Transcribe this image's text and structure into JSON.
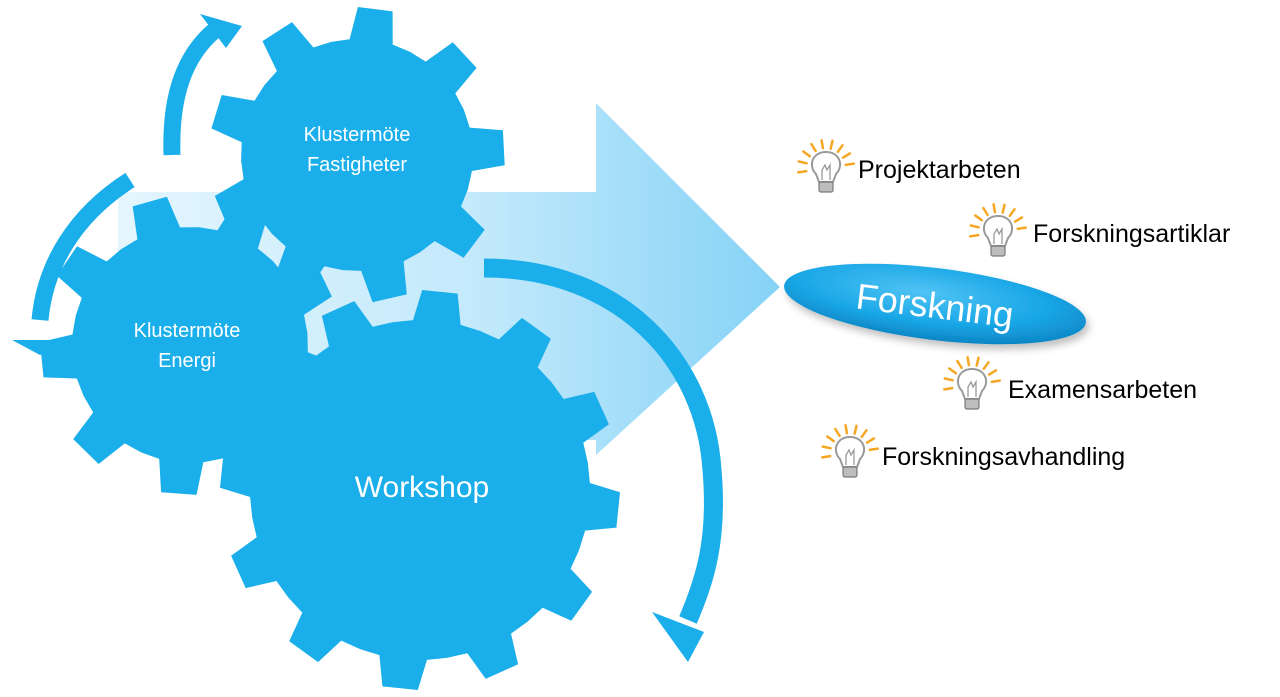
{
  "gears": {
    "fastigheter": {
      "line1": "Klustermöte",
      "line2": "Fastigheter"
    },
    "energi": {
      "line1": "Klustermöte",
      "line2": "Energi"
    },
    "workshop": {
      "label": "Workshop"
    }
  },
  "result": {
    "label": "Forskning"
  },
  "outputs": [
    {
      "label": "Projektarbeten",
      "icon": "lightbulb-icon"
    },
    {
      "label": "Forskningsartiklar",
      "icon": "lightbulb-icon"
    },
    {
      "label": "Examensarbeten",
      "icon": "lightbulb-icon"
    },
    {
      "label": "Forskningsavhandling",
      "icon": "lightbulb-icon"
    }
  ],
  "colors": {
    "gear": "#1aaeea",
    "arrow_light": "#cdeefc",
    "arrow_mid": "#8fd6f7",
    "oval": "#1aa8e8",
    "bulb_rays": "#f5a623",
    "bulb": "#9a9a9a"
  }
}
